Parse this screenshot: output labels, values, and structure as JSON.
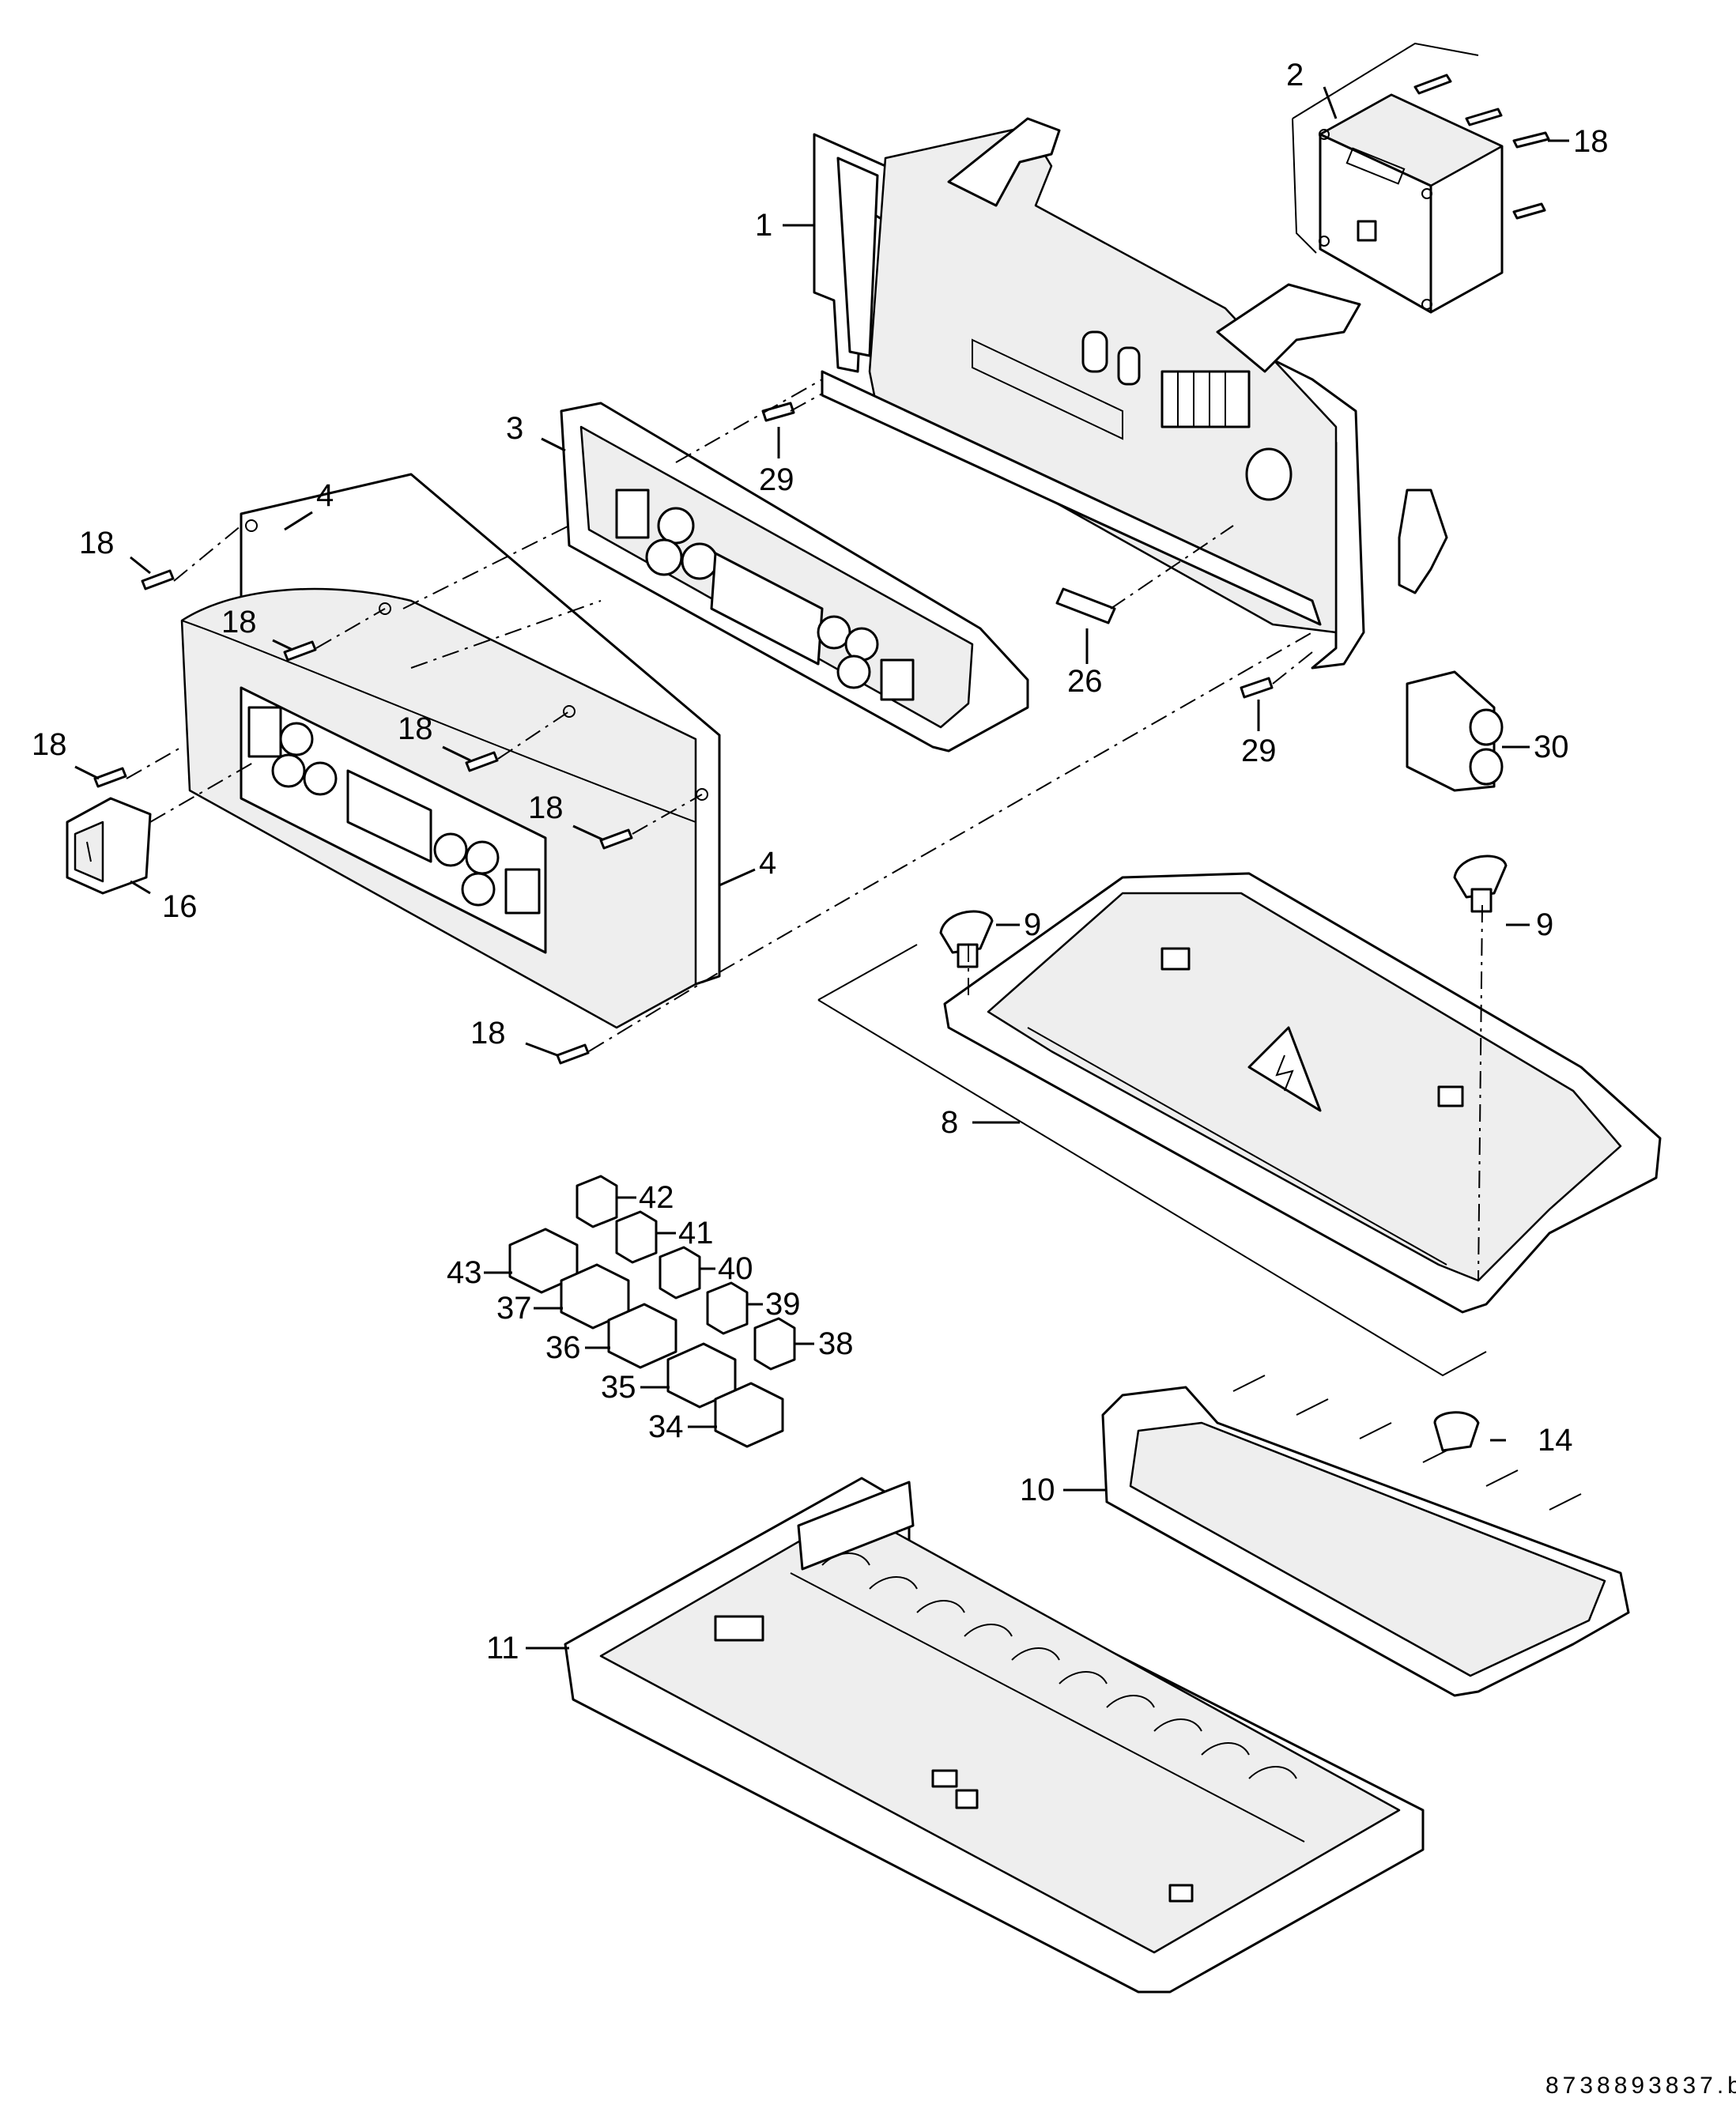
{
  "diagram": {
    "document_number": "8738893837.b",
    "callouts": [
      {
        "label": "1"
      },
      {
        "label": "2"
      },
      {
        "label": "18"
      },
      {
        "label": "3"
      },
      {
        "label": "29"
      },
      {
        "label": "4"
      },
      {
        "label": "18"
      },
      {
        "label": "18"
      },
      {
        "label": "26"
      },
      {
        "label": "18"
      },
      {
        "label": "18"
      },
      {
        "label": "29"
      },
      {
        "label": "30"
      },
      {
        "label": "18"
      },
      {
        "label": "4"
      },
      {
        "label": "16"
      },
      {
        "label": "9"
      },
      {
        "label": "9"
      },
      {
        "label": "18"
      },
      {
        "label": "8"
      },
      {
        "label": "42"
      },
      {
        "label": "41"
      },
      {
        "label": "43"
      },
      {
        "label": "40"
      },
      {
        "label": "37"
      },
      {
        "label": "39"
      },
      {
        "label": "36"
      },
      {
        "label": "38"
      },
      {
        "label": "35"
      },
      {
        "label": "34"
      },
      {
        "label": "14"
      },
      {
        "label": "10"
      },
      {
        "label": "11"
      }
    ]
  }
}
